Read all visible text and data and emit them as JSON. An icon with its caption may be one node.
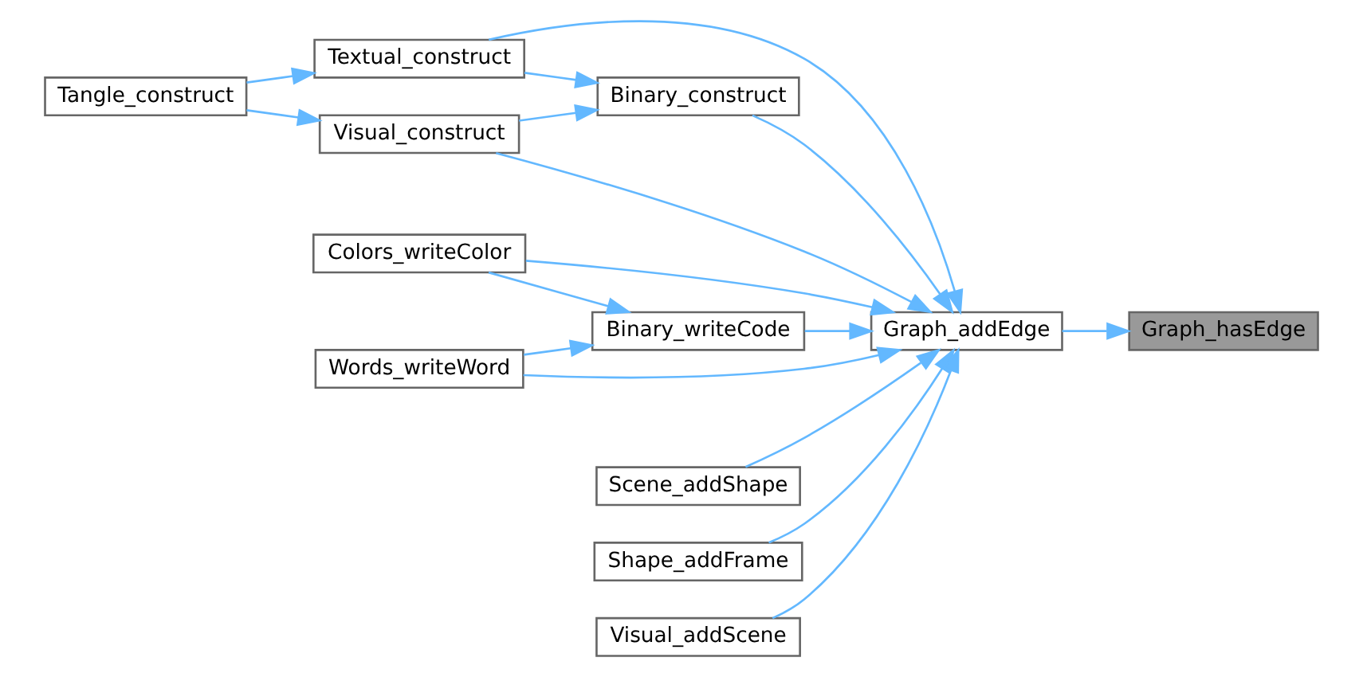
{
  "diagram": {
    "nodes": [
      {
        "text": [
          "Tangle_construct"
        ]
      },
      {
        "text": [
          "Textual_construct"
        ]
      },
      {
        "text": [
          "Visual_construct"
        ]
      },
      {
        "text": [
          "Binary_construct"
        ]
      },
      {
        "text": [
          "Colors_writeColor"
        ]
      },
      {
        "text": [
          "Binary_writeCode"
        ]
      },
      {
        "text": [
          "Words_writeWord"
        ]
      },
      {
        "text": [
          "Scene_addShape"
        ]
      },
      {
        "text": [
          "Shape_addFrame"
        ]
      },
      {
        "text": [
          "Visual_addScene"
        ]
      },
      {
        "text": [
          "Graph_addEdge"
        ]
      },
      {
        "text": [
          "Graph_hasEdge"
        ]
      }
    ],
    "edges": [
      {
        "from": 0,
        "to": 1,
        "arrow": "to"
      },
      {
        "from": 0,
        "to": 2,
        "arrow": "to"
      },
      {
        "from": 1,
        "to": 3,
        "arrow": "to"
      },
      {
        "from": 2,
        "to": 3,
        "arrow": "to"
      },
      {
        "from": 1,
        "to": 10,
        "arrow": "to"
      },
      {
        "from": 3,
        "to": 10,
        "arrow": "to"
      },
      {
        "from": 2,
        "to": 10,
        "arrow": "to"
      },
      {
        "from": 4,
        "to": 5,
        "arrow": "to"
      },
      {
        "from": 6,
        "to": 5,
        "arrow": "to"
      },
      {
        "from": 4,
        "to": 10,
        "arrow": "to"
      },
      {
        "from": 5,
        "to": 10,
        "arrow": "to"
      },
      {
        "from": 6,
        "to": 10,
        "arrow": "to"
      },
      {
        "from": 7,
        "to": 10,
        "arrow": "to"
      },
      {
        "from": 8,
        "to": 10,
        "arrow": "to"
      },
      {
        "from": 9,
        "to": 10,
        "arrow": "to"
      },
      {
        "from": 10,
        "to": 11,
        "arrow": "to"
      }
    ]
  }
}
